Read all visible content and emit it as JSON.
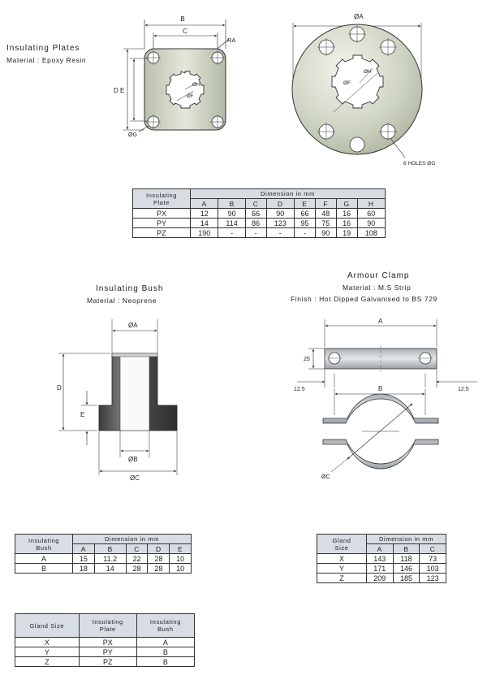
{
  "plates": {
    "title": "Insulating Plates",
    "material": "Material : Epoxy Resin",
    "labels": {
      "b": "B",
      "c": "C",
      "ra": "RA",
      "d": "D",
      "e": "E",
      "h": "ØH",
      "f": "ØF",
      "g": "ØG",
      "a": "ØA",
      "h2": "ØH",
      "f2": "ØF",
      "holes": "6 HOLES ØG"
    },
    "table": {
      "corner": "Insulating\nPlate",
      "group": "Dimension in mm",
      "columns": [
        "A",
        "B",
        "C",
        "D",
        "E",
        "F",
        "G",
        "H"
      ],
      "rows": [
        {
          "name": "PX",
          "values": [
            "12",
            "90",
            "66",
            "90",
            "66",
            "48",
            "16",
            "60"
          ]
        },
        {
          "name": "PY",
          "values": [
            "14",
            "114",
            "86",
            "123",
            "95",
            "75",
            "16",
            "90"
          ]
        },
        {
          "name": "PZ",
          "values": [
            "190",
            "-",
            "-",
            "-",
            "-",
            "90",
            "19",
            "108"
          ]
        }
      ]
    }
  },
  "bush": {
    "title": "Insulating Bush",
    "material": "Material : Neoprene",
    "labels": {
      "a": "ØA",
      "b": "ØB",
      "c": "ØC",
      "d": "D",
      "e": "E"
    },
    "table": {
      "corner": "Insulating\nBush",
      "group": "Dimension in mm",
      "columns": [
        "A",
        "B",
        "C",
        "D",
        "E"
      ],
      "rows": [
        {
          "name": "A",
          "values": [
            "15",
            "11.2",
            "22",
            "28",
            "10"
          ]
        },
        {
          "name": "B",
          "values": [
            "18",
            "14",
            "28",
            "28",
            "10"
          ]
        }
      ]
    }
  },
  "clamp": {
    "title": "Armour Clamp",
    "material": "Material : M.S Strip",
    "finish": "Finish : Hot Dipped Galvanised to BS 729",
    "labels": {
      "a": "A",
      "b": "B",
      "c": "ØC",
      "h25": "25",
      "w1": "12.5",
      "w2": "12.5"
    },
    "table": {
      "corner": "Gland\nSize",
      "group": "Dimension in mm",
      "columns": [
        "A",
        "B",
        "C"
      ],
      "rows": [
        {
          "name": "X",
          "values": [
            "143",
            "118",
            "73"
          ]
        },
        {
          "name": "Y",
          "values": [
            "171",
            "146",
            "103"
          ]
        },
        {
          "name": "Z",
          "values": [
            "209",
            "185",
            "123"
          ]
        }
      ]
    }
  },
  "gland": {
    "headers": [
      "Gland Size",
      "Insulating\nPlate",
      "Insulating\nBush"
    ],
    "rows": [
      [
        "X",
        "PX",
        "A"
      ],
      [
        "Y",
        "PY",
        "B"
      ],
      [
        "Z",
        "PZ",
        "B"
      ]
    ]
  }
}
